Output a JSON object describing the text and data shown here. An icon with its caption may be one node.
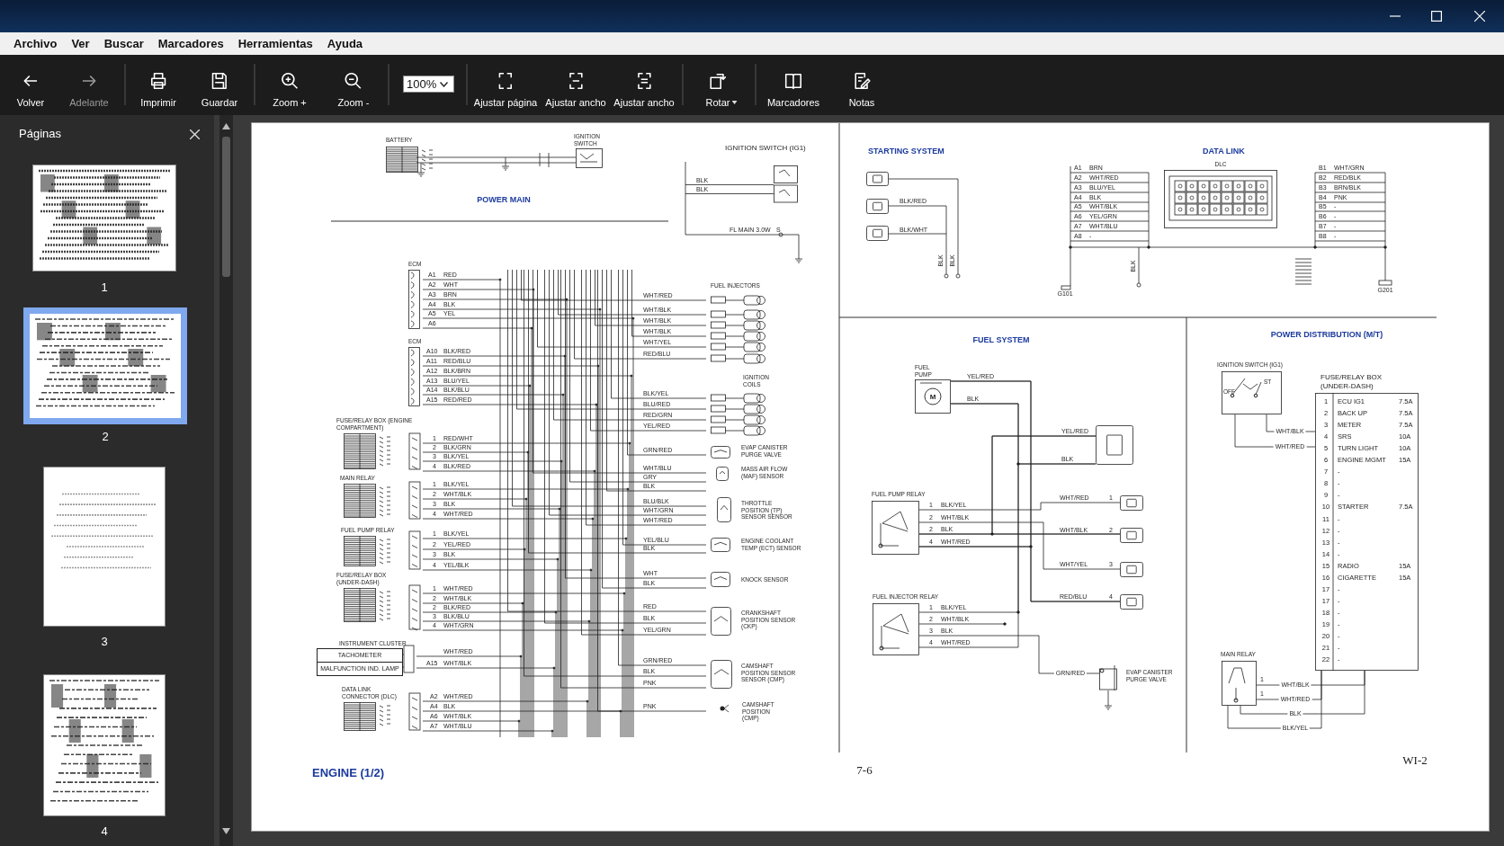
{
  "diagram": {
    "nodes": [
      {
        "text": [
          "BATTERY"
        ]
      },
      {
        "text": [
          "IGNITION SWITCH"
        ]
      },
      {
        "text": [
          "IGNITION SWITCH (IG1)"
        ]
      },
      {
        "text": [
          "ECM"
        ]
      },
      {
        "text": [
          "ECM"
        ]
      },
      {
        "text": [
          "FUSE/RELAY BOX (ENGINE COMPARTMENT)"
        ]
      },
      {
        "text": [
          "MAIN RELAY"
        ]
      },
      {
        "text": [
          "FUEL PUMP RELAY"
        ]
      },
      {
        "text": [
          "FUSE/RELAY BOX (UNDER-DASH)"
        ]
      },
      {
        "text": [
          "INSTRUMENT CLUSTER"
        ]
      },
      {
        "text": [
          "TACHOMETER"
        ],
        "in": 9
      },
      {
        "text": [
          "MALFUNCTION IND. LAMP"
        ],
        "in": 9
      },
      {
        "text": [
          "DATA LINK CONNECTOR (DLC)"
        ]
      },
      {
        "text": [
          "FUEL INJECTORS"
        ]
      },
      {
        "text": [
          "IGNITION COILS"
        ]
      },
      {
        "text": [
          "EVAP CANISTER PURGE VALVE"
        ]
      },
      {
        "text": [
          "MASS AIR FLOW (MAF) SENSOR"
        ]
      },
      {
        "text": [
          "THROTTLE POSITION (TP) SENSOR SENSOR"
        ]
      },
      {
        "text": [
          "ENGINE COOLANT TEMP (ECT) SENSOR"
        ]
      },
      {
        "text": [
          "KNOCK SENSOR"
        ]
      },
      {
        "text": [
          "CRANKSHAFT POSITION SENSOR (CKP)"
        ]
      },
      {
        "text": [
          "CAMSHAFT POSITION SENSOR SENSOR (CMP)"
        ]
      },
      {
        "text": [
          "CAMSHAFT POSITION (CMP)"
        ]
      },
      {
        "text": [],
        "shape": "box"
      },
      {
        "text": [],
        "shape": "box"
      },
      {
        "text": [],
        "shape": "box"
      },
      {
        "text": [
          "DLC"
        ]
      },
      {
        "text": [
          "FUEL PUMP",
          "M"
        ]
      },
      {
        "text": [],
        "shape": "box"
      },
      {
        "text": [
          "FUEL PUMP RELAY"
        ]
      },
      {
        "text": [],
        "shape": "box"
      },
      {
        "text": [],
        "shape": "box"
      },
      {
        "text": [],
        "shape": "box"
      },
      {
        "text": [],
        "shape": "box"
      },
      {
        "text": [
          "FUEL INJECTOR RELAY"
        ]
      },
      {
        "text": [
          "EVAP CANISTER PURGE VALVE"
        ]
      },
      {
        "text": [
          "IGNITION SWITCH (IG1)",
          "OFF",
          "ST"
        ]
      },
      {
        "text": [
          "FUSE/RELAY BOX (UNDER-DASH)"
        ]
      },
      {
        "text": [
          "MAIN RELAY"
        ]
      }
    ],
    "edges": [
      {
        "from": 36,
        "to": 37,
        "arrow": "none",
        "label": "WHT/BLK"
      },
      {
        "from": 36,
        "to": 37,
        "arrow": "none",
        "label": "WHT/RED"
      },
      {
        "from": 38,
        "to": 37,
        "arrow": "none",
        "label": "WHT/BLK"
      },
      {
        "from": 38,
        "to": 37,
        "arrow": "none",
        "label": "WHT/RED"
      },
      {
        "from": 38,
        "to": 37,
        "arrow": "none",
        "label": "BLK"
      },
      {
        "from": 38,
        "to": 37,
        "arrow": "none",
        "label": "BLK/YEL"
      },
      {
        "from": 34,
        "to": 35,
        "arrow": "none",
        "label": "GRN/RED"
      },
      {
        "from": 0,
        "to": 1,
        "arrow": "none"
      },
      {
        "from": 0,
        "to": 1,
        "arrow": "none"
      },
      {
        "from": 27,
        "to": 33,
        "arrow": "none"
      },
      {
        "from": 27,
        "to": 34,
        "arrow": "none"
      },
      {
        "from": 28,
        "to": 27,
        "arrow": "none"
      },
      {
        "from": 29,
        "to": 30,
        "arrow": "none"
      },
      {
        "from": 29,
        "to": 32,
        "arrow": "none"
      },
      {
        "from": 29,
        "to": 31,
        "arrow": "none"
      },
      {
        "from": 28,
        "to": 31,
        "arrow": "none"
      },
      {
        "from": 29,
        "to": 33,
        "arrow": "none"
      },
      {
        "from": 34,
        "to": 28,
        "arrow": "none"
      },
      {
        "from": 29,
        "to": 27,
        "arrow": "none"
      },
      {
        "from": 28,
        "to": 29,
        "arrow": "none"
      },
      {
        "from": 24,
        "to": 25,
        "arrow": "none"
      }
    ],
    "labels": [
      "Archivo",
      "Ver",
      "Buscar",
      "Marcadores",
      "Herramientas",
      "Ayuda",
      "Volver",
      "Adelante",
      "Imprimir",
      "Guardar",
      "Zoom +",
      "Zoom -",
      "100%",
      "Ajustar página",
      "Ajustar ancho",
      "Ajustar ancho",
      "Rotar",
      "Marcadores",
      "Notas",
      "Páginas",
      "1",
      "2",
      "3",
      "4",
      "POWER MAIN",
      "BLK",
      "BLK",
      "FL MAIN 3.0W",
      "S",
      "A1",
      "RED",
      "A2",
      "WHT",
      "A3",
      "BRN",
      "A4",
      "BLK",
      "A5",
      "YEL",
      "A6",
      "A10",
      "BLK/RED",
      "A11",
      "RED/BLU",
      "A12",
      "BLK/BRN",
      "A13",
      "BLU/YEL",
      "A14",
      "BLK/BLU",
      "A15",
      "RED/RED",
      "1",
      "RED/WHT",
      "2",
      "BLK/GRN",
      "3",
      "BLK/YEL",
      "4",
      "BLK/RED",
      "1",
      "BLK/YEL",
      "2",
      "WHT/BLK",
      "3",
      "BLK",
      "4",
      "WHT/RED",
      "1",
      "BLK/YEL",
      "2",
      "YEL/RED",
      "3",
      "BLK",
      "4",
      "YEL/BLK",
      "1",
      "WHT/RED",
      "2",
      "WHT/BLK",
      "2",
      "BLK/RED",
      "3",
      "BLK/BLU",
      "4",
      "WHT/GRN",
      "WHT/RED",
      "A15",
      "WHT/BLK",
      "A2",
      "WHT/RED",
      "A4",
      "BLK",
      "A6",
      "WHT/BLK",
      "A7",
      "WHT/BLU",
      "WHT/RED",
      "WHT/BLK",
      "WHT/BLK",
      "WHT/BLK",
      "WHT/YEL",
      "RED/BLU",
      "BLK/YEL",
      "BLU/RED",
      "RED/GRN",
      "YEL/RED",
      "GRN/RED",
      "WHT/BLU",
      "GRY",
      "BLK",
      "BLU/BLK",
      "WHT/GRN",
      "WHT/RED",
      "YEL/BLU",
      "BLK",
      "WHT",
      "BLK",
      "RED",
      "BLK",
      "YEL/GRN",
      "GRN/RED",
      "BLK",
      "PNK",
      "PNK",
      "ENGINE (1/2)",
      "7-6",
      "STARTING SYSTEM",
      "BLK/RED",
      "BLK/WHT",
      "BLK",
      "BLK",
      "DATA LINK",
      "A1",
      "BRN",
      "A2",
      "WHT/RED",
      "A3",
      "BLU/YEL",
      "A4",
      "BLK",
      "A5",
      "WHT/BLK",
      "A6",
      "YEL/GRN",
      "A7",
      "WHT/BLU",
      "A8",
      "-",
      "B1",
      "WHT/GRN",
      "B2",
      "RED/BLK",
      "B3",
      "BRN/BLK",
      "B4",
      "PNK",
      "B5",
      "-",
      "B6",
      "-",
      "B7",
      "-",
      "B8",
      "-",
      "BLK",
      "G101",
      "G201",
      "FUEL SYSTEM",
      "YEL/RED",
      "BLK",
      "YEL/RED",
      "BLK",
      "1",
      "BLK/YEL",
      "2",
      "WHT/BLK",
      "2",
      "BLK",
      "4",
      "WHT/RED",
      "WHT/RED",
      "1",
      "WHT/BLK",
      "2",
      "WHT/YEL",
      "3",
      "RED/BLU",
      "4",
      "1",
      "BLK/YEL",
      "2",
      "WHT/BLK",
      "3",
      "BLK",
      "4",
      "WHT/RED",
      "POWER DISTRIBUTION (M/T)",
      "1",
      "ECU IG1",
      "7.5A",
      "2",
      "BACK UP",
      "7.5A",
      "3",
      "METER",
      "7.5A",
      "4",
      "SRS",
      "10A",
      "5",
      "TURN LIGHT",
      "10A",
      "6",
      "ENGINE MGMT",
      "15A",
      "7",
      "-",
      "8",
      "-",
      "9",
      "-",
      "10",
      "STARTER",
      "7.5A",
      "11",
      "-",
      "12",
      "-",
      "13",
      "-",
      "14",
      "-",
      "15",
      "RADIO",
      "15A",
      "16",
      "CIGARETTE",
      "15A",
      "17",
      "-",
      "17",
      "-",
      "18",
      "-",
      "19",
      "-",
      "20",
      "-",
      "21",
      "-",
      "22",
      "-",
      "1",
      "1",
      "WI-2"
    ]
  }
}
